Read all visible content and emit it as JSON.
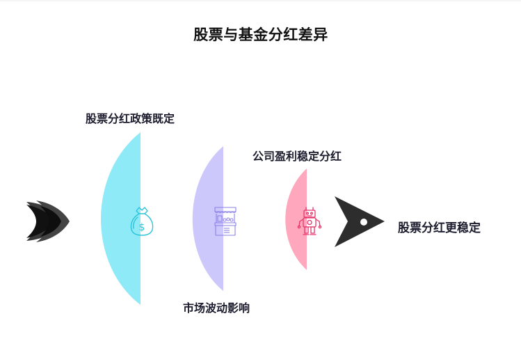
{
  "title": "股票与基金分红差异",
  "start_icon": "double-chevron-arrow-icon",
  "stages": [
    {
      "label": "股票分红政策既定",
      "label_position": "top",
      "color": "#8eeaf7",
      "icon": "money-bag-icon",
      "icon_color": "#2ac4d8"
    },
    {
      "label": "市场波动影响",
      "label_position": "bottom",
      "color": "#cdc8fb",
      "icon": "market-stall-icon",
      "icon_color": "#8a80e8"
    },
    {
      "label": "公司盈利稳定分红",
      "label_position": "top",
      "color": "#ffa8bd",
      "icon": "robot-icon",
      "icon_color": "#e8326a"
    }
  ],
  "end": {
    "icon": "arrowhead-pointer-icon",
    "label": "股票分红更稳定"
  }
}
